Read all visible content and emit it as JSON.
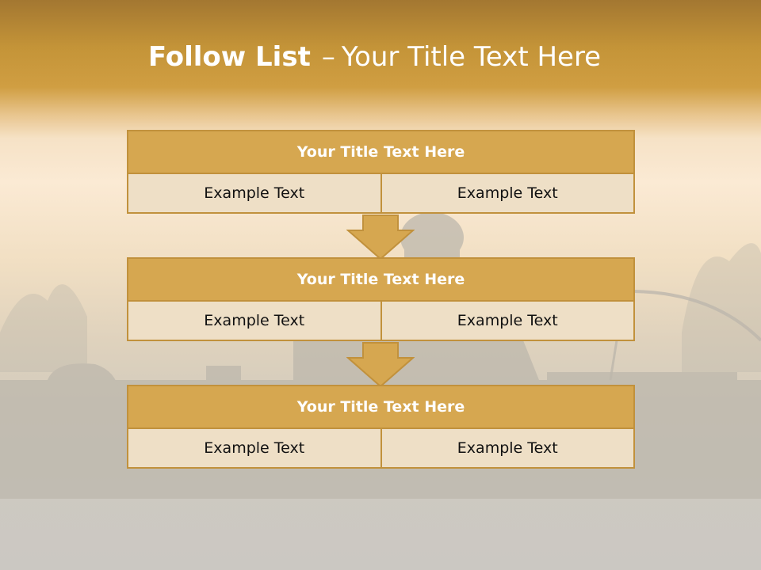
{
  "slide": {
    "title_bold": "Follow List",
    "title_dash": "–",
    "title_rest": "Your Title Text Here"
  },
  "blocks": [
    {
      "title": "Your Title Text Here",
      "left": "Example Text",
      "right": "Example Text"
    },
    {
      "title": "Your Title Text Here",
      "left": "Example Text",
      "right": "Example Text"
    },
    {
      "title": "Your Title Text Here",
      "left": "Example Text",
      "right": "Example Text"
    }
  ],
  "colors": {
    "header_fill": "#d6a750",
    "cell_fill": "#eedfc6",
    "border": "#c1913c",
    "arrow_fill": "#d6a750"
  },
  "icons": [
    "down-arrow-icon"
  ]
}
